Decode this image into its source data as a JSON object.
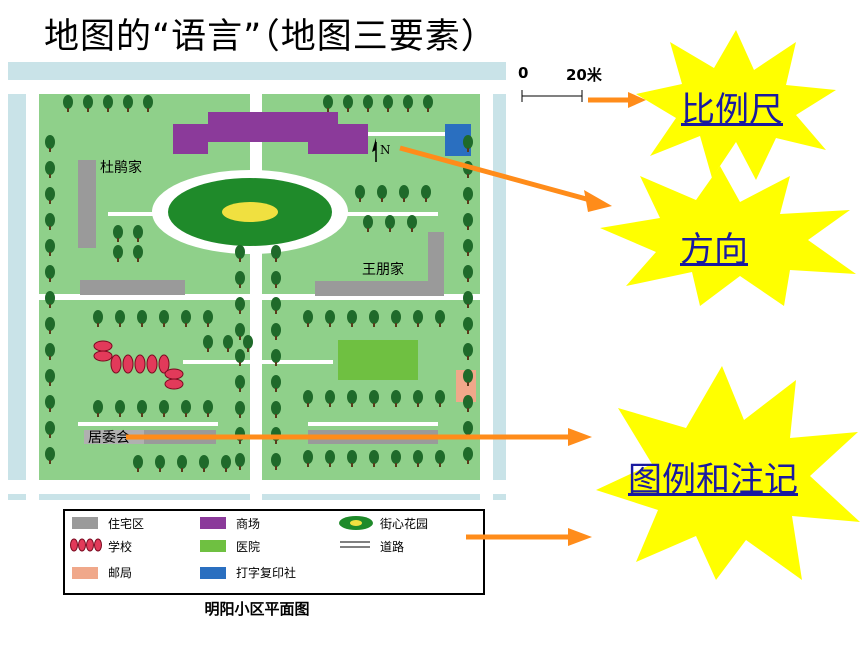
{
  "title": "地图的“语言”（地图三要素）",
  "map": {
    "labels": {
      "du_home": "杜鹃家",
      "wang_home": "王朋家",
      "committee": "居委会",
      "north": "N"
    },
    "legend": [
      {
        "label": "住宅区",
        "icon": "gray-block"
      },
      {
        "label": "商场",
        "icon": "purple-block"
      },
      {
        "label": "街心花园",
        "icon": "garden-ellipse"
      },
      {
        "label": "学校",
        "icon": "school-ovals"
      },
      {
        "label": "医院",
        "icon": "green-block"
      },
      {
        "label": "道路",
        "icon": "road-lines"
      },
      {
        "label": "邮局",
        "icon": "pink-block"
      },
      {
        "label": "打字复印社",
        "icon": "blue-block"
      }
    ],
    "caption": "明阳小区平面图"
  },
  "scale_bar": {
    "zero": "0",
    "distance": "20米"
  },
  "elements": [
    {
      "label": "比例尺"
    },
    {
      "label": "方向"
    },
    {
      "label": "图例和注记"
    }
  ],
  "colors": {
    "map_bg": "#c9e3e8",
    "grass": "#8fd08a",
    "road": "#ffffff",
    "residential": "#9a9a9a",
    "mall": "#8b3a9a",
    "hospital": "#6fc041",
    "post": "#f0a88a",
    "copy_shop": "#2a6fc0",
    "school": "#e23a5a",
    "burst": "#ffff00",
    "arrow": "#ff8c1a",
    "link": "#1a1aa0"
  }
}
